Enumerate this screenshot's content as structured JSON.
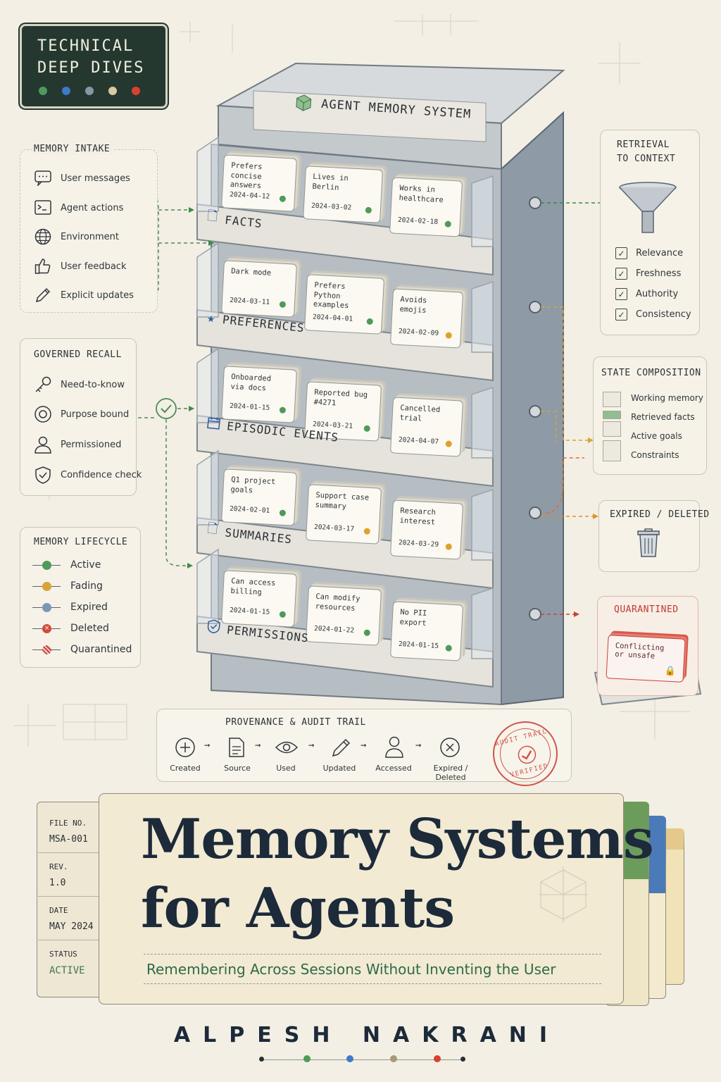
{
  "badge": {
    "line1": "TECHNICAL",
    "line2": "DEEP DIVES",
    "dots": [
      "#4f9a5a",
      "#3f79c9",
      "#8a95a6",
      "#d9c9a3",
      "#d9412f"
    ]
  },
  "cabinet": {
    "title": "AGENT MEMORY SYSTEM"
  },
  "intake": {
    "title": "MEMORY INTAKE",
    "items": [
      {
        "icon": "chat-icon",
        "label": "User messages"
      },
      {
        "icon": "terminal-icon",
        "label": "Agent actions"
      },
      {
        "icon": "globe-icon",
        "label": "Environment"
      },
      {
        "icon": "thumbs-up-icon",
        "label": "User feedback"
      },
      {
        "icon": "pencil-icon",
        "label": "Explicit updates"
      }
    ]
  },
  "recall": {
    "title": "GOVERNED RECALL",
    "items": [
      {
        "icon": "key-icon",
        "label": "Need-to-know"
      },
      {
        "icon": "target-icon",
        "label": "Purpose bound"
      },
      {
        "icon": "person-icon",
        "label": "Permissioned"
      },
      {
        "icon": "shield-check-icon",
        "label": "Confidence check"
      }
    ]
  },
  "lifecycle": {
    "title": "MEMORY LIFECYCLE",
    "items": [
      {
        "label": "Active",
        "color": "#4f9a5a"
      },
      {
        "label": "Fading",
        "color": "#d8a437"
      },
      {
        "label": "Expired",
        "color": "#7e95b8"
      },
      {
        "label": "Deleted",
        "color": "#d24a3a"
      },
      {
        "label": "Quarantined",
        "color": "#c8423a"
      }
    ]
  },
  "drawers": [
    {
      "label": "FACTS",
      "icon": "document-icon",
      "cards": [
        {
          "text": "Prefers concise answers",
          "date": "2024-04-12",
          "status": "#4f9a5a"
        },
        {
          "text": "Lives in Berlin",
          "date": "2024-03-02",
          "status": "#4f9a5a"
        },
        {
          "text": "Works in healthcare",
          "date": "2024-02-18",
          "status": "#4f9a5a"
        }
      ]
    },
    {
      "label": "PREFERENCES",
      "icon": "star-icon",
      "cards": [
        {
          "text": "Dark mode",
          "date": "2024-03-11",
          "status": "#4f9a5a"
        },
        {
          "text": "Prefers Python examples",
          "date": "2024-04-01",
          "status": "#4f9a5a"
        },
        {
          "text": "Avoids emojis",
          "date": "2024-02-09",
          "status": "#e0a12c"
        }
      ]
    },
    {
      "label": "EPISODIC EVENTS",
      "icon": "calendar-icon",
      "cards": [
        {
          "text": "Onboarded via docs",
          "date": "2024-01-15",
          "status": "#4f9a5a"
        },
        {
          "text": "Reported bug #4271",
          "date": "2024-03-21",
          "status": "#4f9a5a"
        },
        {
          "text": "Cancelled trial",
          "date": "2024-04-07",
          "status": "#e0a12c"
        }
      ]
    },
    {
      "label": "SUMMARIES",
      "icon": "document-icon",
      "cards": [
        {
          "text": "Q1 project goals",
          "date": "2024-02-01",
          "status": "#4f9a5a"
        },
        {
          "text": "Support case summary",
          "date": "2024-03-17",
          "status": "#e0a12c"
        },
        {
          "text": "Research interest",
          "date": "2024-03-29",
          "status": "#e0a12c"
        }
      ]
    },
    {
      "label": "PERMISSIONS",
      "icon": "shield-icon",
      "cards": [
        {
          "text": "Can access billing",
          "date": "2024-01-15",
          "status": "#4f9a5a"
        },
        {
          "text": "Can modify resources",
          "date": "2024-01-22",
          "status": "#4f9a5a"
        },
        {
          "text": "No PII export",
          "date": "2024-01-15",
          "status": "#4f9a5a"
        }
      ]
    }
  ],
  "retrieval": {
    "title1": "RETRIEVAL",
    "title2": "TO CONTEXT",
    "checks": [
      "Relevance",
      "Freshness",
      "Authority",
      "Consistency"
    ]
  },
  "state": {
    "title": "STATE COMPOSITION",
    "items": [
      "Working memory",
      "Retrieved facts",
      "Active goals",
      "Constraints"
    ]
  },
  "expired": {
    "title": "EXPIRED / DELETED"
  },
  "quarantined": {
    "title": "QUARANTINED",
    "card": "Conflicting or unsafe"
  },
  "audit": {
    "title": "PROVENANCE  & AUDIT TRAIL",
    "steps": [
      "Created",
      "Source",
      "Used",
      "Updated",
      "Accessed",
      "Expired / Deleted"
    ],
    "stamp_top": "AUDIT TRAIL",
    "stamp_bottom": "VERIFIED"
  },
  "folder": {
    "fields": [
      {
        "key": "FILE NO.",
        "value": "MSA-001"
      },
      {
        "key": "REV.",
        "value": "1.0"
      },
      {
        "key": "DATE",
        "value": "MAY 2024"
      },
      {
        "key": "STATUS",
        "value": "ACTIVE"
      }
    ],
    "title1": "Memory Systems",
    "title2": "for Agents",
    "subtitle": "Remembering Across Sessions Without Inventing the User"
  },
  "author": {
    "name": "ALPESH NAKRANI",
    "dots": [
      "#4f9a5a",
      "#3f79c9",
      "#a89a72",
      "#d9412f"
    ]
  }
}
